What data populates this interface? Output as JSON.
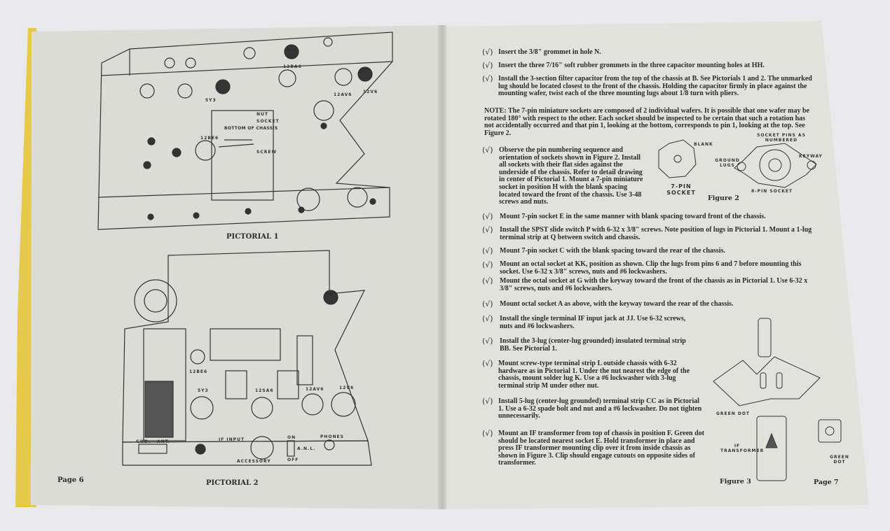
{
  "left_page": {
    "page_number": "Page 6",
    "pictorial1_caption": "PICTORIAL 1",
    "pictorial2_caption": "PICTORIAL 2",
    "pictorial1_labels": [
      "5Y3",
      "12BA6",
      "12AV6",
      "12V6",
      "12BE6",
      "NUT",
      "SOCKET",
      "BOTTOM OF CHASSIS",
      "SCREW"
    ],
    "pictorial2_labels": [
      "5Y3",
      "12SA6",
      "12AV6",
      "12V6",
      "12BE6",
      "GND.",
      "ANT.",
      "IF INPUT",
      "ACCESSORY",
      "ON",
      "A.N.L.",
      "OFF",
      "PHONES"
    ]
  },
  "right_page": {
    "page_number": "Page 7",
    "check_mark": "(√)",
    "steps": [
      "Insert the 3/8\" grommet in hole N.",
      "Insert the three 7/16\" soft rubber grommets in the three capacitor mounting holes at HH.",
      "Install the 3-section filter capacitor from the top of the chassis at B. See Pictorials 1 and 2. The unmarked lug should be located closest to the front of the chassis. Holding the capacitor firmly in place against the mounting wafer, twist each of the three mounting lugs about 1/8 turn with pliers.",
      "Observe the pin numbering sequence and orientation of sockets shown in Figure 2. Install all sockets with their flat sides against the underside of the chassis. Refer to detail drawing in center of Pictorial 1. Mount a 7-pin miniature socket in position H with the blank spacing located toward the front of the chassis. Use 3-48 screws and nuts.",
      "Mount 7-pin socket E in the same manner with blank spacing toward front of the chassis.",
      "Install the SPST slide switch P with 6-32 x 3/8\" screws. Note position of lugs in Pictorial 1. Mount a 1-lug terminal strip at Q between switch and chassis.",
      "Mount 7-pin socket C with the blank spacing toward the rear of the chassis.",
      "Mount an octal socket at KK, position as shown. Clip the lugs from pins 6 and 7 before mounting this socket. Use 6-32 x 3/8\" screws, nuts and #6 lockwashers.",
      "Mount the octal socket at G with the keyway toward the front of the chassis as in Pictorial 1. Use 6-32 x 3/8\" screws, nuts and #6 lockwashers.",
      "Mount octal socket A as above, with the keyway toward the rear of the chassis.",
      "Install the single terminal IF input jack at JJ. Use 6-32 screws, nuts and #6 lockwashers.",
      "Install the 3-lug (center-lug grounded) insulated terminal strip BB. See Pictorial 1.",
      "Mount screw-type terminal strip L outside chassis with 6-32 hardware as in Pictorial 1. Under the nut nearest the edge of the chassis, mount solder lug K. Use a #6 lockwasher with 3-lug terminal strip M under other nut.",
      "Install 5-lug (center-lug grounded) terminal strip CC as in Pictorial 1. Use a 6-32 spade bolt and nut and a #6 lockwasher. Do not tighten unnecessarily.",
      "Mount an IF transformer from top of chassis in position F. Green dot should be located nearest socket E. Hold transformer in place and press IF transformer mounting clip over it from inside chassis as shown in Figure 3. Clip should engage cutouts on opposite sides of transformer."
    ],
    "note": "NOTE: The 7-pin miniature sockets are composed of 2 individual wafers. It is possible that one wafer may be rotated 180° with respect to the other. Each socket should be inspected to be certain that such a rotation has not accidentally occurred and that pin 1, looking at the bottom, corresponds to pin 1, looking at the top. See Figure 2.",
    "figure2": {
      "caption": "Figure 2",
      "seven_pin_label": "7-PIN SOCKET",
      "blank_label": "BLANK",
      "socket_pins_label": "SOCKET PINS AS NUMBERED",
      "keyway_label": "KEYWAY",
      "ground_lugs_label": "GROUND LUGS",
      "eight_pin_label": "8-PIN SOCKET"
    },
    "figure3": {
      "caption": "Figure 3",
      "green_dot_label": "GREEN DOT",
      "if_transformer_label": "IF TRANSFORMER",
      "green_dot_label_2": "GREEN DOT"
    }
  },
  "colors": {
    "paper": "#e2e2dd",
    "ink": "#2a2a2a",
    "cover_edge": "#e6c94a"
  }
}
